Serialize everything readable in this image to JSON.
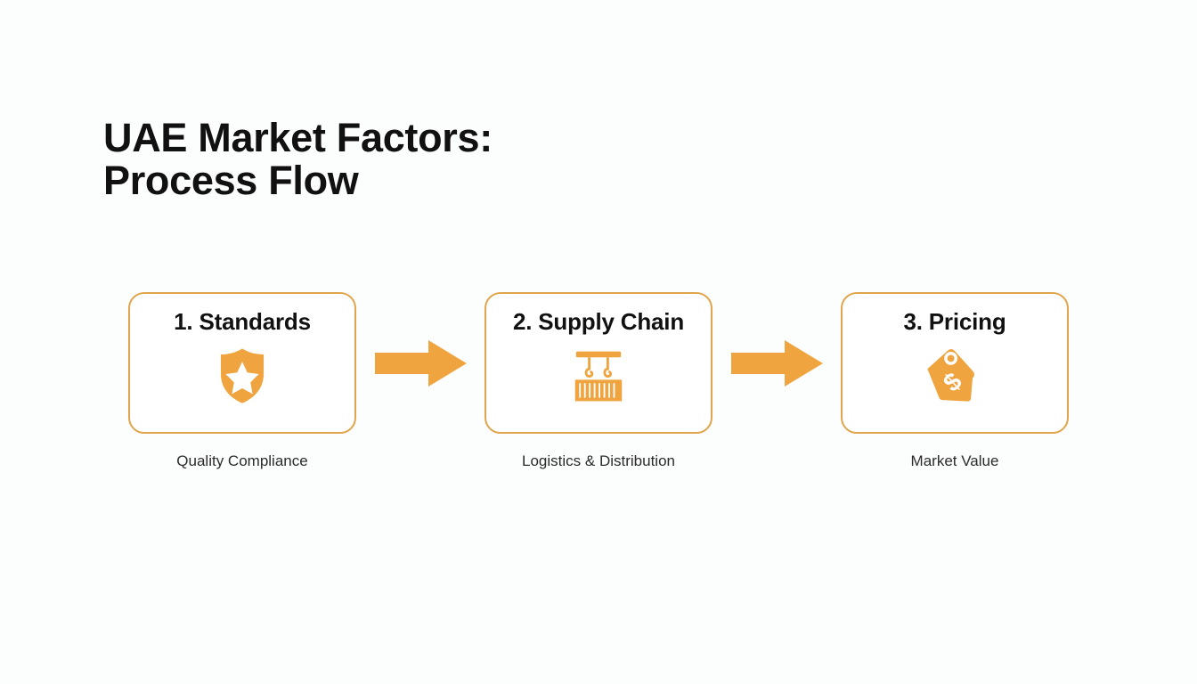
{
  "slide": {
    "title": "UAE Market Factors:\nProcess Flow",
    "background_color": "#FCFDFD",
    "accent_color": "#EFA43F",
    "border_color": "#E0A44C",
    "title_color": "#111111"
  },
  "steps": [
    {
      "title": "1. Standards",
      "caption": "Quality Compliance",
      "icon": "shield-star-icon"
    },
    {
      "title": "2. Supply Chain",
      "caption": "Logistics & Distribution",
      "icon": "shipping-container-crane-icon"
    },
    {
      "title": "3. Pricing",
      "caption": "Market Value",
      "icon": "price-tag-dollar-icon"
    }
  ],
  "connectors": [
    {
      "icon": "arrow-right-icon"
    },
    {
      "icon": "arrow-right-icon"
    }
  ]
}
